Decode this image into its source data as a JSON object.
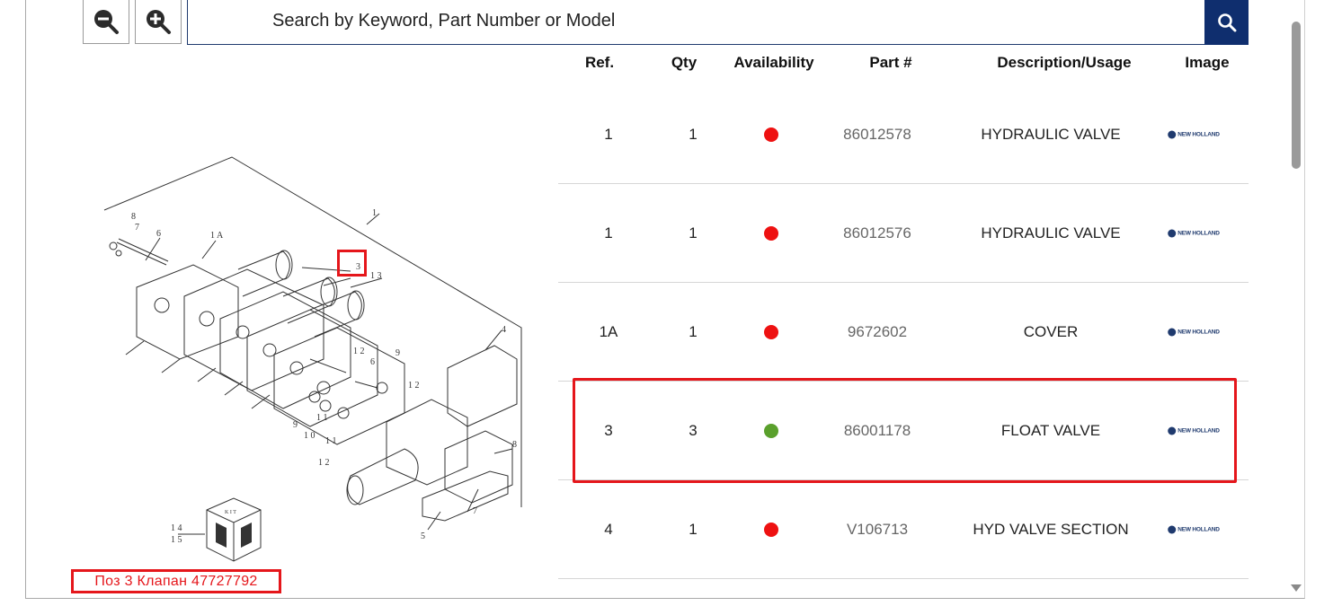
{
  "toolbar": {
    "zoom_out_icon": "zoom-out-icon",
    "zoom_in_icon": "zoom-in-icon"
  },
  "search": {
    "placeholder": "Search by Keyword, Part Number or Model",
    "button_icon": "search-icon"
  },
  "table": {
    "headers": {
      "ref": "Ref.",
      "qty": "Qty",
      "availability": "Availability",
      "part": "Part #",
      "description": "Description/Usage",
      "image": "Image"
    },
    "rows": [
      {
        "ref": "1",
        "qty": "1",
        "availability": "unavailable",
        "availability_color": "#ee1111",
        "part": "86012578",
        "description": "HYDRAULIC VALVE",
        "image": "NEW HOLLAND"
      },
      {
        "ref": "1",
        "qty": "1",
        "availability": "unavailable",
        "availability_color": "#ee1111",
        "part": "86012576",
        "description": "HYDRAULIC VALVE",
        "image": "NEW HOLLAND"
      },
      {
        "ref": "1A",
        "qty": "1",
        "availability": "unavailable",
        "availability_color": "#ee1111",
        "part": "9672602",
        "description": "COVER",
        "image": "NEW HOLLAND"
      },
      {
        "ref": "3",
        "qty": "3",
        "availability": "available",
        "availability_color": "#5aa02c",
        "part": "86001178",
        "description": "FLOAT VALVE",
        "image": "NEW HOLLAND"
      },
      {
        "ref": "4",
        "qty": "1",
        "availability": "unavailable",
        "availability_color": "#ee1111",
        "part": "V106713",
        "description": "HYD VALVE SECTION",
        "image": "NEW HOLLAND"
      }
    ]
  },
  "diagram": {
    "labels": [
      "8",
      "7",
      "6",
      "1 A",
      "1",
      "3",
      "1 3",
      "4",
      "1 2",
      "9",
      "6",
      "1 2",
      "9",
      "1 0",
      "1 1",
      "1 1",
      "1 2",
      "8",
      "7",
      "5",
      "1 4",
      "1 5",
      "K I T"
    ],
    "highlight_callout": "3"
  },
  "annotation": {
    "note": "Поз 3 Клапан 47727792"
  },
  "colors": {
    "accent": "#0f2e6e",
    "highlight": "#e5161b",
    "available": "#5aa02c",
    "unavailable": "#ee1111"
  }
}
